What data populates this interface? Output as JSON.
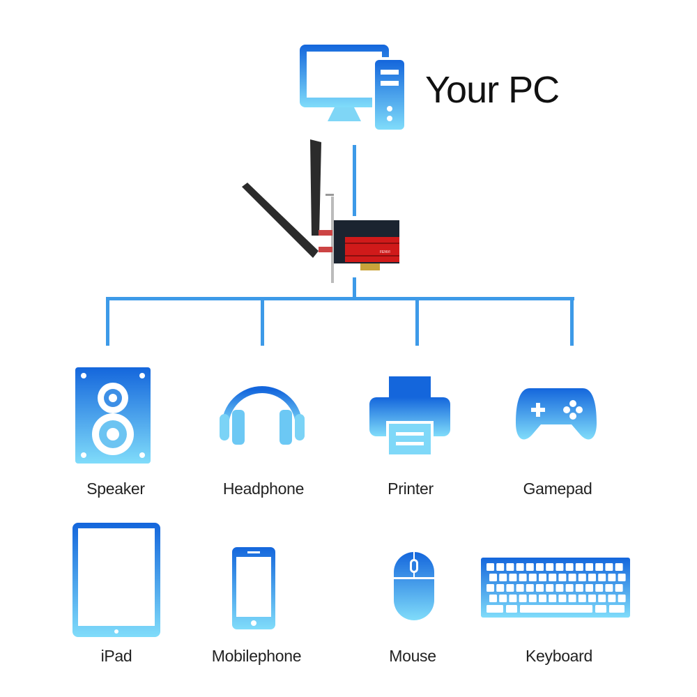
{
  "title": "Your PC",
  "card_brand": "FENVI",
  "colors": {
    "gradient_top": "#1466dc",
    "gradient_bottom": "#80dcfa",
    "connector": "#3d9ae8",
    "heatsink": "#d01a1a"
  },
  "devices": [
    {
      "label": "Speaker",
      "icon": "speaker-icon"
    },
    {
      "label": "Headphone",
      "icon": "headphone-icon"
    },
    {
      "label": "Printer",
      "icon": "printer-icon"
    },
    {
      "label": "Gamepad",
      "icon": "gamepad-icon"
    },
    {
      "label": "iPad",
      "icon": "tablet-icon"
    },
    {
      "label": "Mobilephone",
      "icon": "phone-icon"
    },
    {
      "label": "Mouse",
      "icon": "mouse-icon"
    },
    {
      "label": "Keyboard",
      "icon": "keyboard-icon"
    }
  ]
}
